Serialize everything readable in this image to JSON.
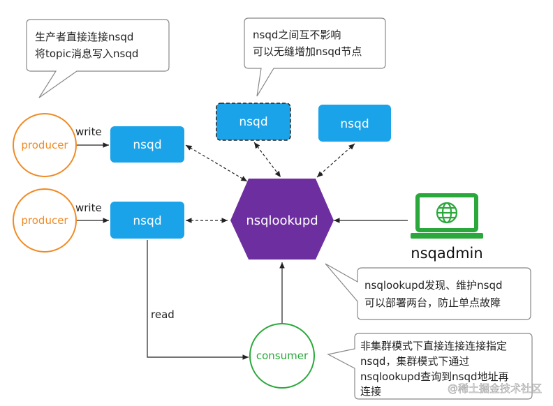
{
  "nodes": {
    "producer_1": "producer",
    "producer_2": "producer",
    "nsqd_1": "nsqd",
    "nsqd_2": "nsqd",
    "nsqd_top_dashed": "nsqd",
    "nsqd_top_right": "nsqd",
    "nsqlookupd": "nsqlookupd",
    "nsqadmin": "nsqadmin",
    "consumer": "consumer"
  },
  "edges": {
    "write_1": "write",
    "write_2": "write",
    "read": "read"
  },
  "callouts": {
    "producer_note": [
      "生产者直接连接nsqd",
      "将topic消息写入nsqd"
    ],
    "nsqd_note": [
      "nsqd之间互不影响",
      "可以无缝增加nsqd节点"
    ],
    "lookupd_note": [
      "nsqlookupd发现、维护nsqd",
      "可以部署两台，防止单点故障"
    ],
    "consumer_note": [
      "非集群模式下直接连接连接指定",
      "nsqd，集群模式下通过",
      "nsqlookupd查询到nsqd地址再",
      "连接"
    ]
  },
  "watermark": "@稀土掘金技术社区",
  "colors": {
    "producer": "#f08a24",
    "consumer": "#2aa83b",
    "nsqd": "#1aa3e8",
    "nsqlookupd": "#6d2fa0",
    "nsqadmin": "#2aa83b",
    "callout_border": "#888888"
  }
}
